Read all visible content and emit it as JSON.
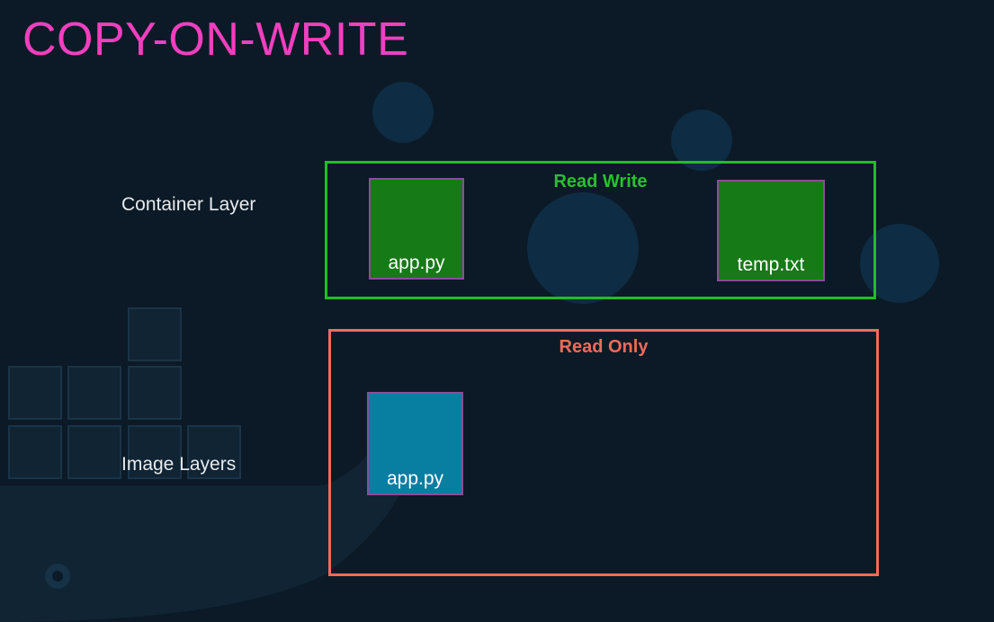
{
  "title": "COPY-ON-WRITE",
  "layers": {
    "container_label": "Container Layer",
    "image_label": "Image Layers"
  },
  "read_write_box": {
    "caption": "Read Write",
    "border_color": "#1fbf24",
    "files": [
      {
        "name": "app.py",
        "color": "#167a17"
      },
      {
        "name": "temp.txt",
        "color": "#167a17"
      }
    ]
  },
  "read_only_box": {
    "caption": "Read Only",
    "border_color": "#f26b5a",
    "files": [
      {
        "name": "app.py",
        "color": "#087ea1"
      }
    ]
  },
  "colors": {
    "background": "#0b1a26",
    "title": "#f03fbf"
  }
}
